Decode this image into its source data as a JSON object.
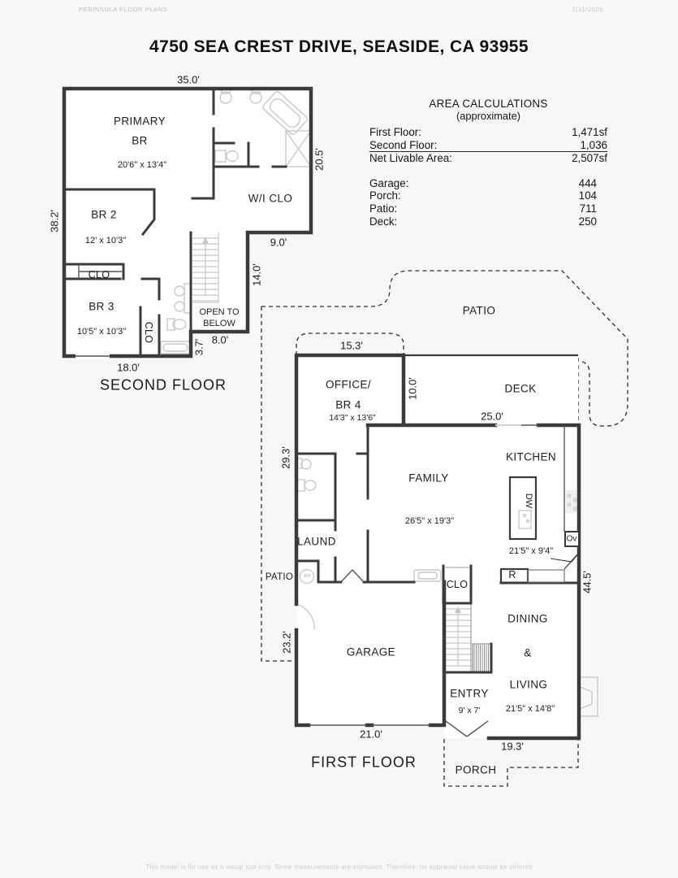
{
  "header": {
    "brand": "PENINSULA FLOOR PLANS",
    "date": "1/11/2026"
  },
  "title": "4750 SEA CREST DRIVE, SEASIDE, CA 93955",
  "area_calculations": {
    "title": "AREA CALCULATIONS",
    "subtitle": "(approximate)",
    "floors": [
      {
        "label": "First Floor:",
        "value": "1,471sf"
      },
      {
        "label": "Second Floor:",
        "value": "1,036"
      },
      {
        "label": "Net Livable Area:",
        "value": "2,507sf"
      }
    ],
    "other": [
      {
        "label": "Garage:",
        "value": "444"
      },
      {
        "label": "Porch:",
        "value": "104"
      },
      {
        "label": "Patio:",
        "value": "711"
      },
      {
        "label": "Deck:",
        "value": "250"
      }
    ]
  },
  "second_floor": {
    "title": "SECOND FLOOR",
    "rooms": {
      "primary_line1": "PRIMARY",
      "primary_line2": "BR",
      "primary_size": "20'6\" x 13'4\"",
      "br2": "BR 2",
      "br2_size": "12' x 10'3\"",
      "br2_closet": "CLO",
      "br3": "BR 3",
      "br3_size": "10'5\" x 10'3\"",
      "br3_closet": "CLO",
      "walk_in_closet": "W/I CLO",
      "open_to_below_line1": "OPEN TO",
      "open_to_below_line2": "BELOW"
    },
    "dims": {
      "top": "35.0'",
      "left": "38.2'",
      "right": "20.5'",
      "step": "9.0'",
      "stairwell": "14.0'",
      "stair_bottom": "8.0'",
      "notch": "3.7'",
      "bottom": "18.0'"
    }
  },
  "first_floor": {
    "title": "FIRST FLOOR",
    "rooms": {
      "patio_upper": "PATIO",
      "patio_side": "PATIO",
      "office_line1": "OFFICE/",
      "office_line2": "BR 4",
      "office_size": "14'3\" x 13'6\"",
      "deck": "DECK",
      "kitchen": "KITCHEN",
      "kitchen_size": "21'5\" x 9'4\"",
      "family": "FAMILY",
      "family_size": "26'5\" x 19'3\"",
      "laundry": "LAUND",
      "garage": "GARAGE",
      "dining": "DINING",
      "ampersand": "&",
      "living": "LIVING",
      "living_size": "21'5\" x 14'8\"",
      "entry": "ENTRY",
      "entry_size": "9' x 7'",
      "closet": "CLO",
      "porch": "PORCH",
      "dishwasher": "DW",
      "oven": "Ov",
      "range": "R",
      "water_heater": "WH"
    },
    "dims": {
      "office_top": "15.3'",
      "deck_depth": "10.0'",
      "kitchen_top": "25.0'",
      "left_upper": "29.3'",
      "left_lower": "23.2'",
      "right": "44.5'",
      "garage_bottom": "21.0'",
      "living_bottom": "19.3'"
    }
  },
  "footer": {
    "disclaimer": "This model is for use as a visual tool only. Some measurements are estimates. Therefore, no appraisal value should be inferred"
  },
  "colors": {
    "wall": "#3b3b3b",
    "fixture": "#c9c9c9",
    "background": "#f7f7f6",
    "text": "#1d1d1d"
  }
}
